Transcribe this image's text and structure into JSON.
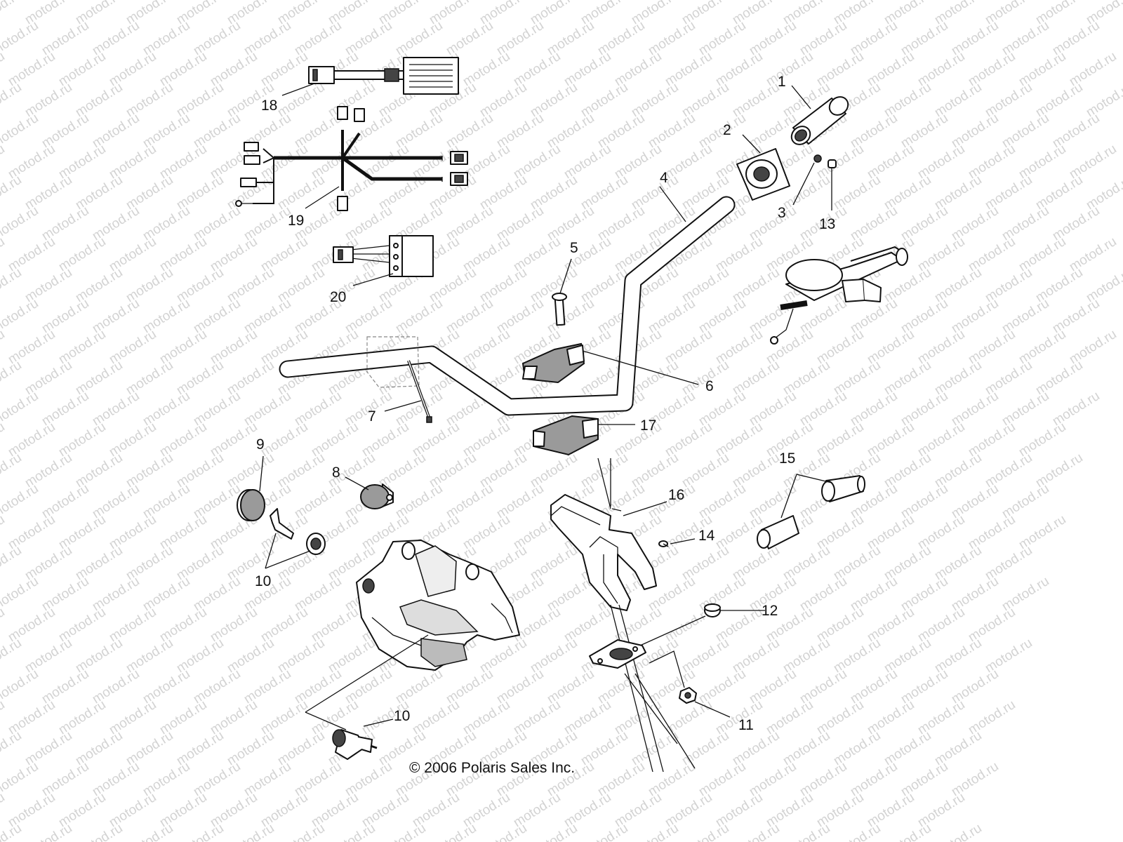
{
  "watermark": {
    "text": "motod.ru"
  },
  "copyright": "© 2006 Polaris Sales Inc.",
  "callouts": [
    {
      "id": "1",
      "text": "1"
    },
    {
      "id": "2",
      "text": "2"
    },
    {
      "id": "3",
      "text": "3"
    },
    {
      "id": "4",
      "text": "4"
    },
    {
      "id": "5",
      "text": "5"
    },
    {
      "id": "6",
      "text": "6"
    },
    {
      "id": "7",
      "text": "7"
    },
    {
      "id": "8",
      "text": "8"
    },
    {
      "id": "9",
      "text": "9"
    },
    {
      "id": "10a",
      "text": "10"
    },
    {
      "id": "10b",
      "text": "10"
    },
    {
      "id": "11",
      "text": "11"
    },
    {
      "id": "12",
      "text": "12"
    },
    {
      "id": "13",
      "text": "13"
    },
    {
      "id": "14",
      "text": "14"
    },
    {
      "id": "15",
      "text": "15"
    },
    {
      "id": "16",
      "text": "16"
    },
    {
      "id": "17",
      "text": "17"
    },
    {
      "id": "18",
      "text": "18"
    },
    {
      "id": "19",
      "text": "19"
    },
    {
      "id": "20",
      "text": "20"
    }
  ]
}
